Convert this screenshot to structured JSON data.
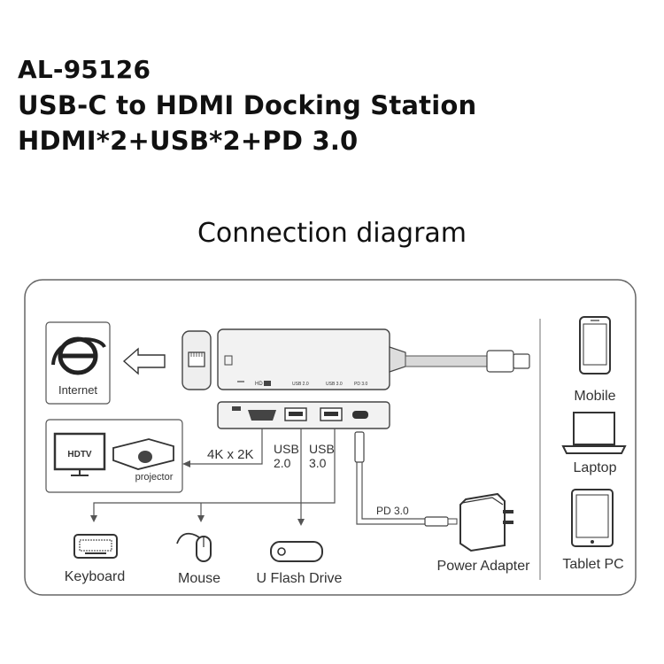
{
  "header": {
    "model": "AL-95126",
    "product": "USB-C to HDMI Docking Station",
    "ports": "HDMI*2+USB*2+PD 3.0"
  },
  "diagram": {
    "title": "Connection diagram",
    "internet_label": "Internet",
    "hdtv_label": "HDTV",
    "projector_label": "projector",
    "resolution_label": "4K x 2K",
    "usb20_label_line1": "USB",
    "usb20_label_line2": "2.0",
    "usb30_label_line1": "USB",
    "usb30_label_line2": "3.0",
    "pd_label": "PD 3.0",
    "hub_top_labels": [
      "HD",
      "USB 2.0",
      "USB 3.0",
      "PD 3.0"
    ],
    "keyboard_label": "Keyboard",
    "mouse_label": "Mouse",
    "flash_drive_label": "U Flash Drive",
    "power_adapter_label": "Power Adapter",
    "mobile_label": "Mobile",
    "laptop_label": "Laptop",
    "tablet_label": "Tablet PC"
  },
  "colors": {
    "frame": "#555555",
    "hub_body": "#f2f2f2",
    "line": "#555555",
    "text": "#333333"
  }
}
